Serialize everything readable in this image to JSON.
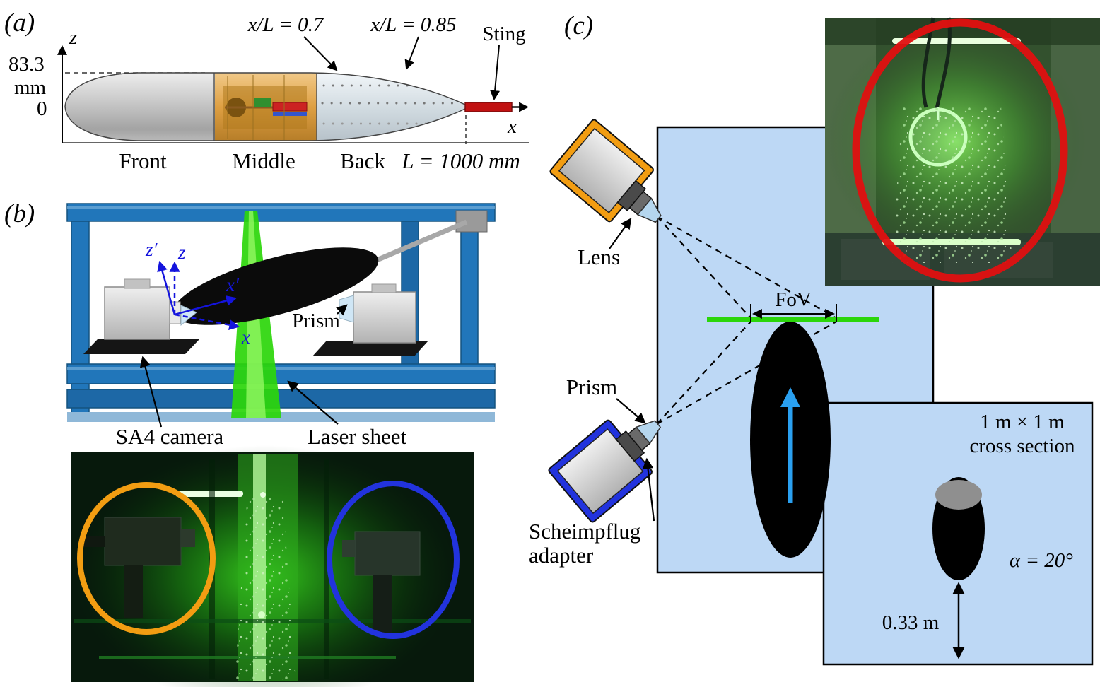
{
  "colors": {
    "laser_green": "#2bd60a",
    "test_section_blue": "#bdd8f5",
    "orange_accent": "#f29d12",
    "blue_accent": "#2233dd",
    "red_accent": "#e01010",
    "sting_red": "#c11212",
    "frame_blue": "#2176ba",
    "axis_blue": "#1414dd"
  },
  "panel_a": {
    "tag": "(a)",
    "z_axis": "z",
    "height_value": "83.3",
    "height_unit": "mm",
    "zero": "0",
    "station_07": "x/L = 0.7",
    "station_085": "x/L = 0.85",
    "sting": "Sting",
    "x_axis": "x",
    "section_front": "Front",
    "section_middle": "Middle",
    "section_back": "Back",
    "length": "L = 1000 mm"
  },
  "panel_b": {
    "tag": "(b)",
    "axis_z_body": "z′",
    "axis_z": "z",
    "axis_x_body": "x′",
    "axis_x": "x",
    "prism": "Prism",
    "camera": "SA4 camera",
    "laser": "Laser sheet"
  },
  "panel_c": {
    "tag": "(c)",
    "lens": "Lens",
    "prism": "Prism",
    "scheimpflug_line1": "Scheimpflug",
    "scheimpflug_line2": "adapter",
    "fov": "FoV",
    "cross_section_line1": "1 m × 1 m",
    "cross_section_line2": "cross section",
    "angle": "α = 20°",
    "offset": "0.33 m"
  }
}
